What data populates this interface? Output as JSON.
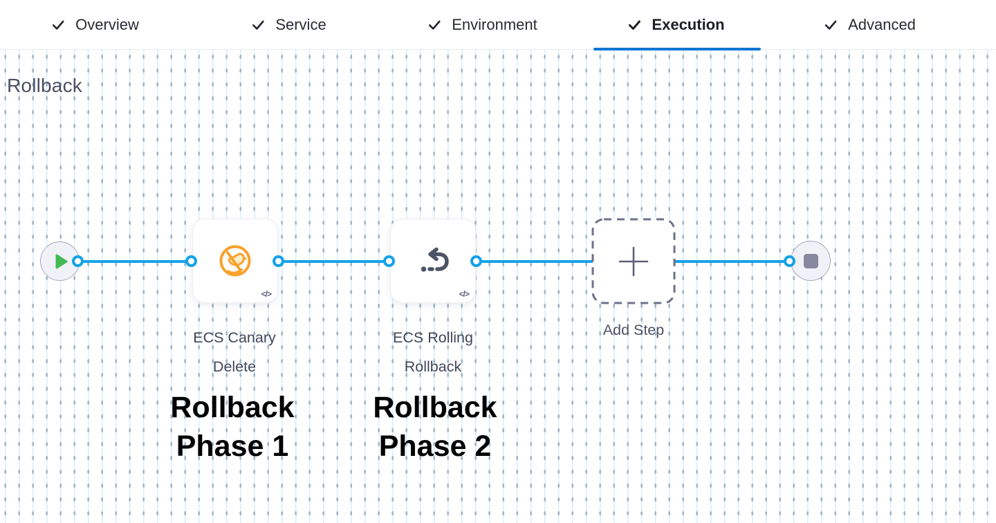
{
  "header": {
    "tabs": [
      {
        "label": "Overview",
        "status": "completed",
        "active": false
      },
      {
        "label": "Service",
        "status": "completed",
        "active": false
      },
      {
        "label": "Environment",
        "status": "completed",
        "active": false
      },
      {
        "label": "Execution",
        "status": "completed",
        "active": true
      },
      {
        "label": "Advanced",
        "status": "completed",
        "active": false
      }
    ]
  },
  "section_title": "Rollback",
  "pipeline": {
    "start_node": "start",
    "end_node": "stop",
    "steps": [
      {
        "name": "ECS Canary Delete",
        "icon": "canary-delete-icon",
        "code_badge": "</>",
        "annotation": "Rollback Phase 1"
      },
      {
        "name": "ECS Rolling Rollback",
        "icon": "rolling-rollback-icon",
        "code_badge": "</>",
        "annotation": "Rollback Phase 2"
      }
    ],
    "add_step": {
      "label": "Add Step",
      "icon": "plus-icon"
    }
  },
  "icons": {
    "tab_check": "check-icon",
    "play": "play-icon",
    "stop": "stop-icon",
    "plus": "plus-icon",
    "code": "code-icon"
  },
  "colors": {
    "active_tab_underline": "#0277D4",
    "connector_blue": "#14A2E8",
    "canary_orange": "#F9A12B",
    "rollback_icon_slate": "#4D5366",
    "play_green": "#43BA55",
    "node_gray": "#85889E",
    "annotation_black": "#000000"
  }
}
